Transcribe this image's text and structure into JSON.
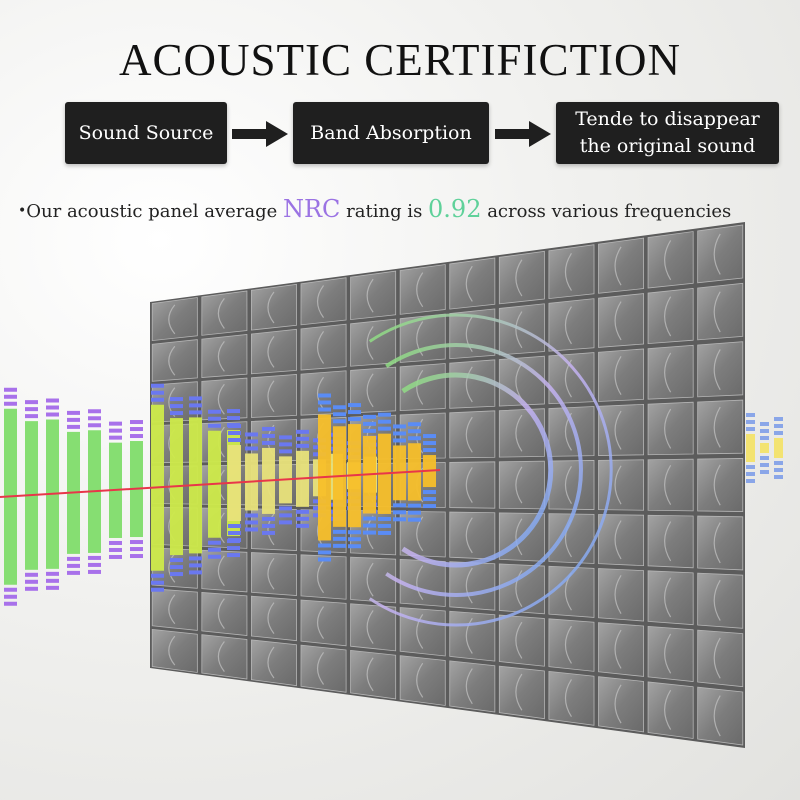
{
  "title": "ACOUSTIC CERTIFICTION",
  "flow": {
    "step1": "Sound Source",
    "step2": "Band Absorption",
    "step3_line1": "Tende to disappear",
    "step3_line2": "the original sound"
  },
  "statement": {
    "bullet": "•",
    "prefix": "Our acoustic panel average ",
    "metric": "NRC",
    "middle": " rating is ",
    "value": "0.92",
    "suffix": " across various frequencies"
  },
  "colors": {
    "nrc": "#9b73e3",
    "value": "#5fd19a",
    "box": "#1f1f1f",
    "panel": "#8e8e8e",
    "wave_line": "#e8364a"
  },
  "illustration": {
    "panel": "foam-acoustic-panel",
    "waveform": "equalizer-sound-wave",
    "rings": "absorption-rings"
  }
}
